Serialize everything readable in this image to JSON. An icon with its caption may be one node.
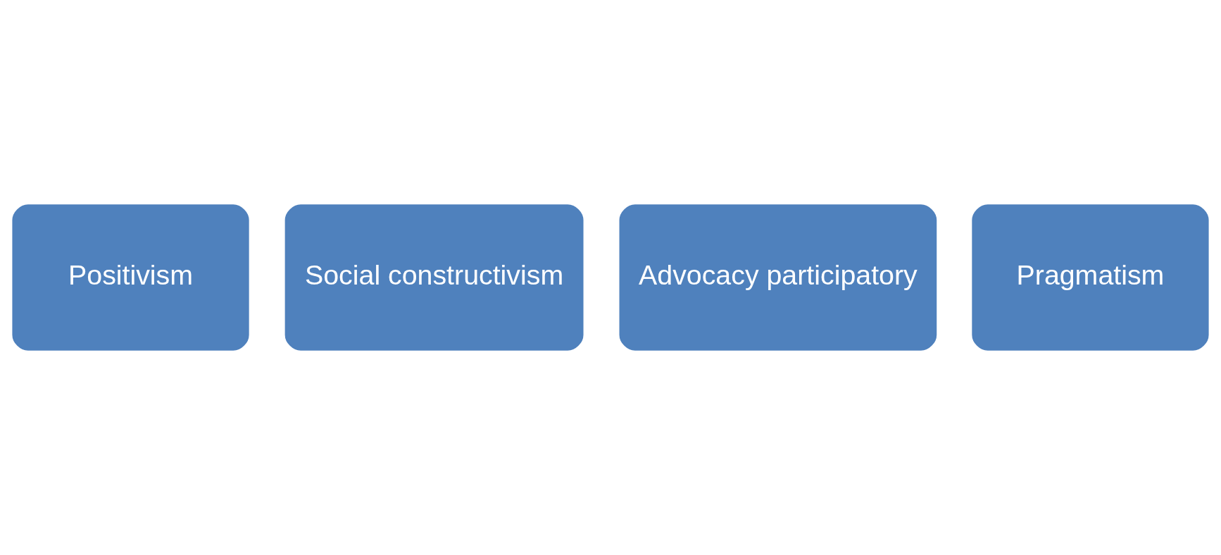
{
  "diagram": {
    "nodes": [
      {
        "text": [
          "Positivism"
        ]
      },
      {
        "text": [
          "Social constructivism"
        ]
      },
      {
        "text": [
          "Advocacy participatory"
        ]
      },
      {
        "text": [
          "Pragmatism"
        ]
      }
    ],
    "edges": []
  }
}
